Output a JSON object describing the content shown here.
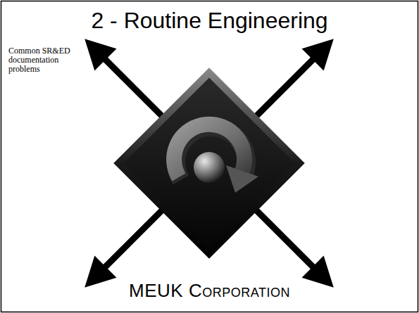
{
  "diagram": {
    "title": "2 - Routine Engineering",
    "labels": [
      "Common SR&ED documentation problems",
      "MEUK Corporation"
    ]
  }
}
